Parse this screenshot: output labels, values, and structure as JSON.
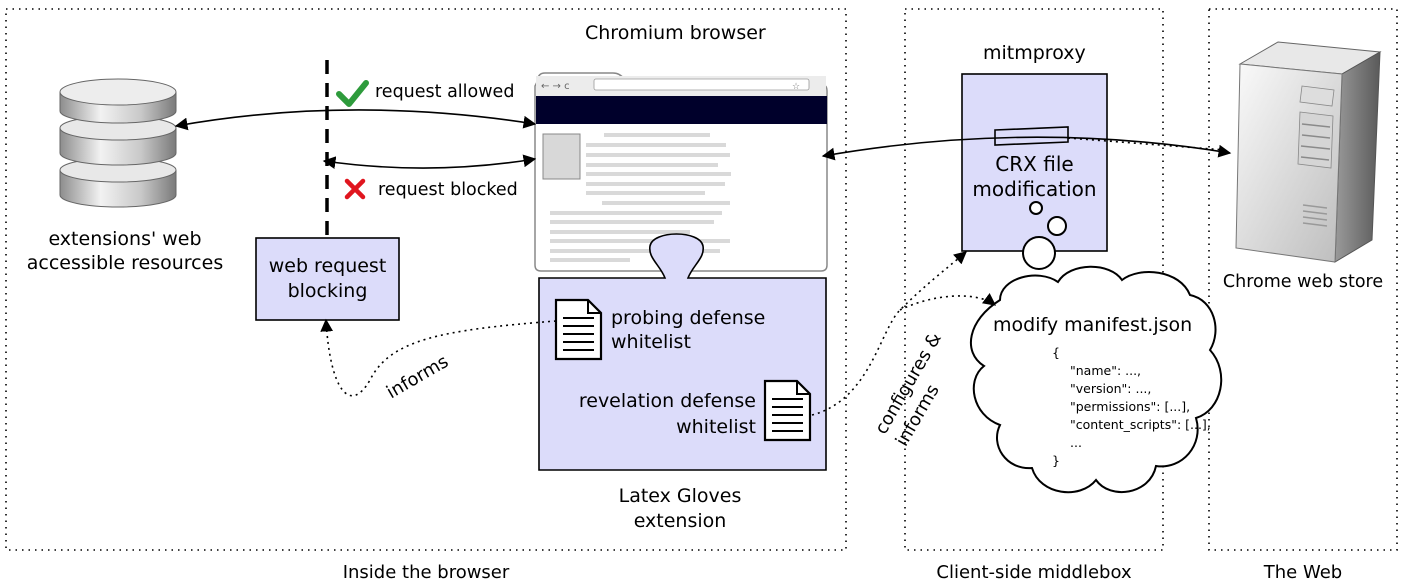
{
  "regions": {
    "inside_browser": "Inside the browser",
    "middlebox": "Client-side middlebox",
    "web": "The Web"
  },
  "nodes": {
    "chromium_browser": "Chromium browser",
    "mitmproxy": "mitmproxy",
    "crx_modification": [
      "CRX file",
      "modification"
    ],
    "chrome_web_store": "Chrome web store",
    "web_accessible_resources": [
      "extensions' web",
      "accessible resources"
    ],
    "web_request_blocking": [
      "web request",
      "blocking"
    ],
    "probing_whitelist": [
      "probing defense",
      "whitelist"
    ],
    "revelation_whitelist": [
      "revelation defense",
      "whitelist"
    ],
    "latex_gloves": [
      "Latex Gloves",
      "extension"
    ],
    "modify_manifest": {
      "title": "modify manifest.json",
      "lines": [
        "{",
        "\"name\": ...,",
        "\"version\": ...,",
        "\"permissions\": [...],",
        "\"content_scripts\": [...],",
        "...",
        "}"
      ]
    }
  },
  "edges": {
    "request_allowed": "request allowed",
    "request_blocked": "request blocked",
    "informs": "informs",
    "configures_informs": [
      "configures &",
      "informs"
    ]
  },
  "colors": {
    "box_fill": "#dcdcfa",
    "allowed": "#2e9b3c",
    "blocked": "#e0161f",
    "browser_header": "#00002b"
  },
  "icons": {
    "database": "database-icon",
    "server": "server-tower-icon",
    "document": "document-icon",
    "check": "checkmark-icon",
    "cross": "cross-icon",
    "browser": "browser-window-icon"
  }
}
